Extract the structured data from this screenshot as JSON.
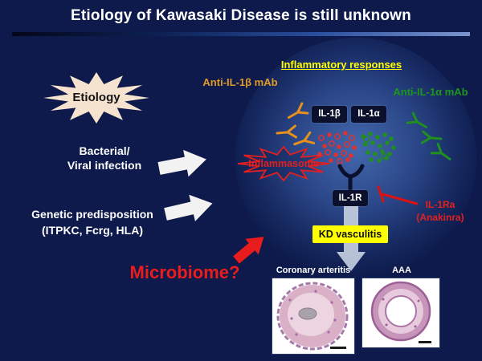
{
  "title": "Etiology of Kawasaki Disease is still unknown",
  "left_panel": {
    "etiology_label": "Etiology",
    "infection_line1": "Bacterial/",
    "infection_line2": "Viral infection",
    "genetic_line1": "Genetic predisposition",
    "genetic_line2": "(ITPKC, Fcrg, HLA)",
    "microbiome_label": "Microbiome?"
  },
  "diagram": {
    "inflammatory_header": "Inflammatory responses",
    "anti_il1b_label": "Anti-IL-1β mAb",
    "anti_il1a_label": "Anti-IL-1α mAb",
    "il1b_label": "IL-1β",
    "il1a_label": "IL-1α",
    "inflammasome_label": "Inflammasome",
    "il1r_label": "IL-1R",
    "il1ra_line1": "IL-1Ra",
    "il1ra_line2": "(Anakinra)",
    "kd_vasculitis_label": "KD vasculitis"
  },
  "histology": {
    "coronary_label": "Coronary arteritis",
    "aaa_label": "AAA"
  },
  "colors": {
    "background": "#0d1a4b",
    "title_text": "#ffffff",
    "header_yellow": "#ffff00",
    "anti_il1b_orange": "#e29a28",
    "anti_il1a_green": "#1d941d",
    "alert_red": "#e32020",
    "etiology_starburst": "#f5e3cf",
    "kd_box_yellow": "#ffff00",
    "label_box_dark": "#0b102d"
  }
}
